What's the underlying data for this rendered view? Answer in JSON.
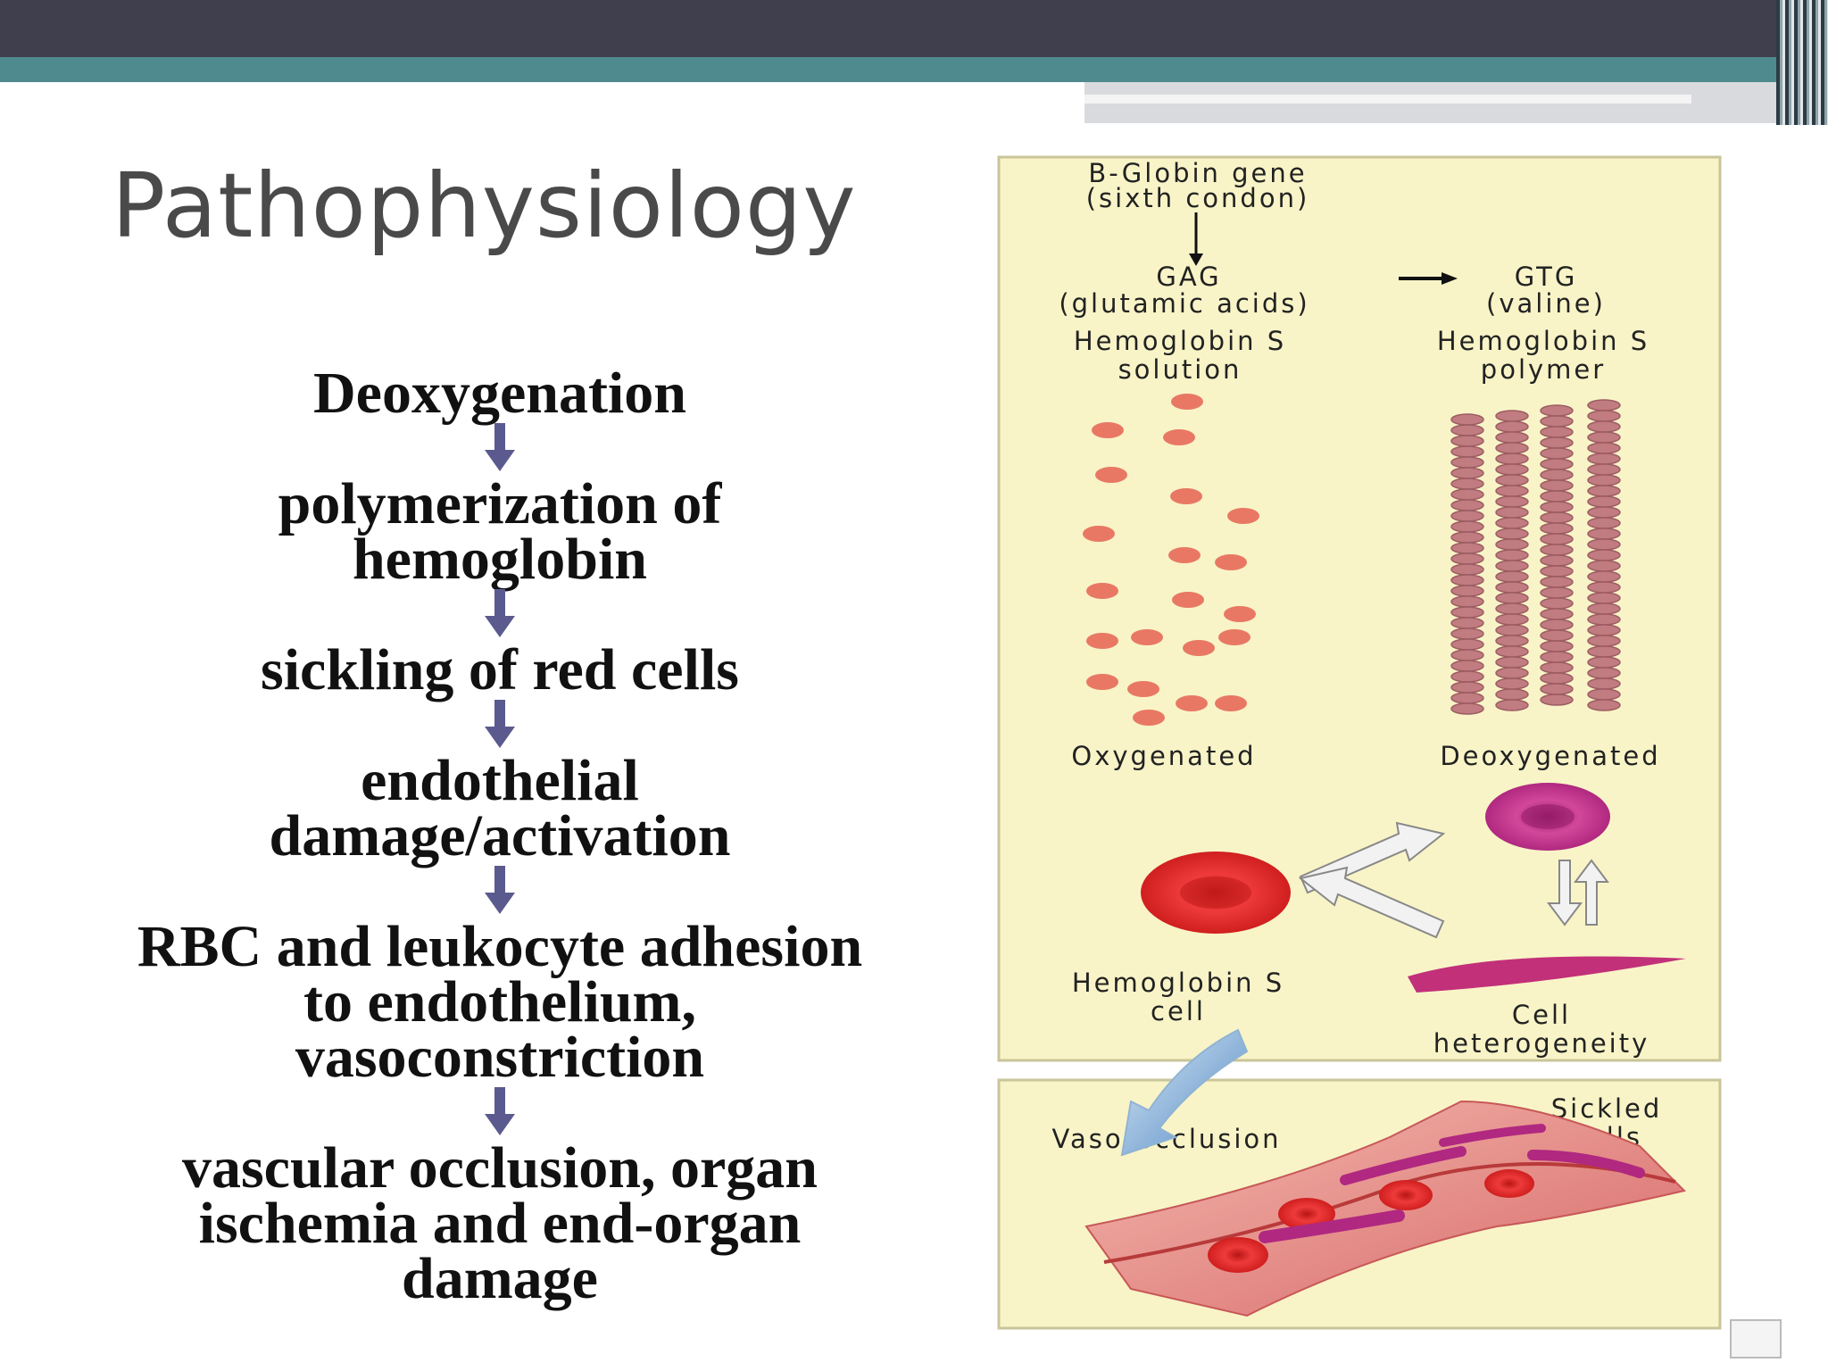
{
  "slide": {
    "title": "Pathophysiology",
    "flow_steps": [
      "Deoxygenation",
      "polymerization of\n    hemoglobin",
      "sickling of red cells",
      "endothelial\n damage/activation",
      "RBC and leukocyte adhesion\n   to endothelium,\n  vasoconstriction",
      "vascular occlusion, organ\n  ischemia and end-organ\n damage"
    ]
  },
  "diagram": {
    "gene_label": "B-Globin gene\n(sixth condon)",
    "codon_normal": "GAG",
    "codon_normal_aa": "(glutamic acids)",
    "codon_mutant": "GTG",
    "codon_mutant_aa": "(valine)",
    "hbs_solution": "Hemoglobin S\nsolution",
    "hbs_polymer": "Hemoglobin S\npolymer",
    "oxygenated": "Oxygenated",
    "deoxygenated": "Deoxygenated",
    "hbs_cell": "Hemoglobin S\ncell",
    "cell_heterogeneity": "Cell\nheterogeneity",
    "vaso_occlusion": "Vaso-occlusion",
    "sickled_cells": "Sickled\ncells"
  },
  "colors": {
    "top_bar": "#3f3f4e",
    "accent_strip": "#4f8a8e",
    "diagram_bg": "#f8f4c7",
    "arrow": "#5b5a8e",
    "cell_red": "#e02a2a",
    "molecule": "#e87864",
    "polymer": "#c07c80",
    "sickle": "#c2307a"
  }
}
